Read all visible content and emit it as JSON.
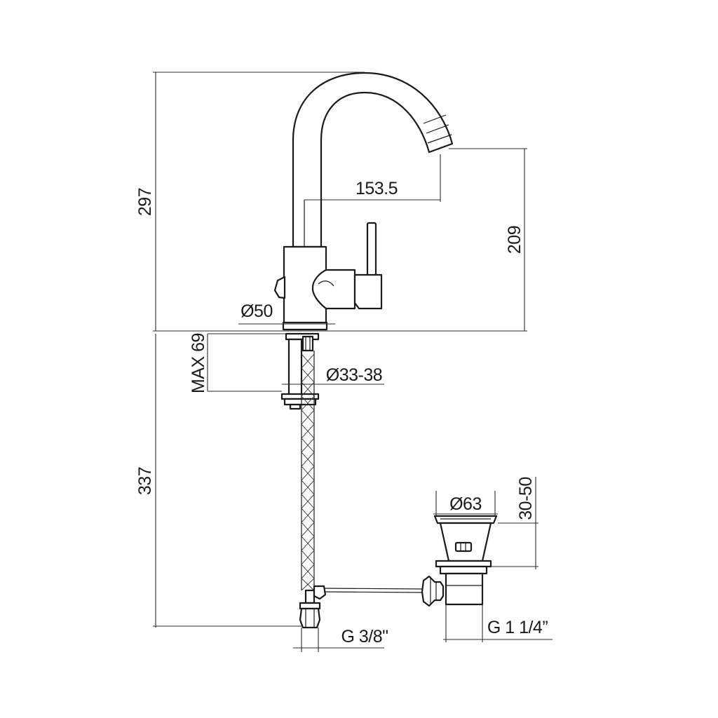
{
  "dimensions": {
    "total_height_top": "297",
    "spout_reach": "153.5",
    "spout_height": "209",
    "body_diameter": "Ø50",
    "max_deck_thickness": "MAX 69",
    "hole_diameter": "Ø33-38",
    "total_height_bottom": "337",
    "waste_diameter": "Ø63",
    "waste_height": "30-50",
    "hose_thread": "G 3/8\"",
    "waste_thread": "G 1 1/4”"
  },
  "colors": {
    "line": "#1a1a1a",
    "background": "#ffffff"
  }
}
